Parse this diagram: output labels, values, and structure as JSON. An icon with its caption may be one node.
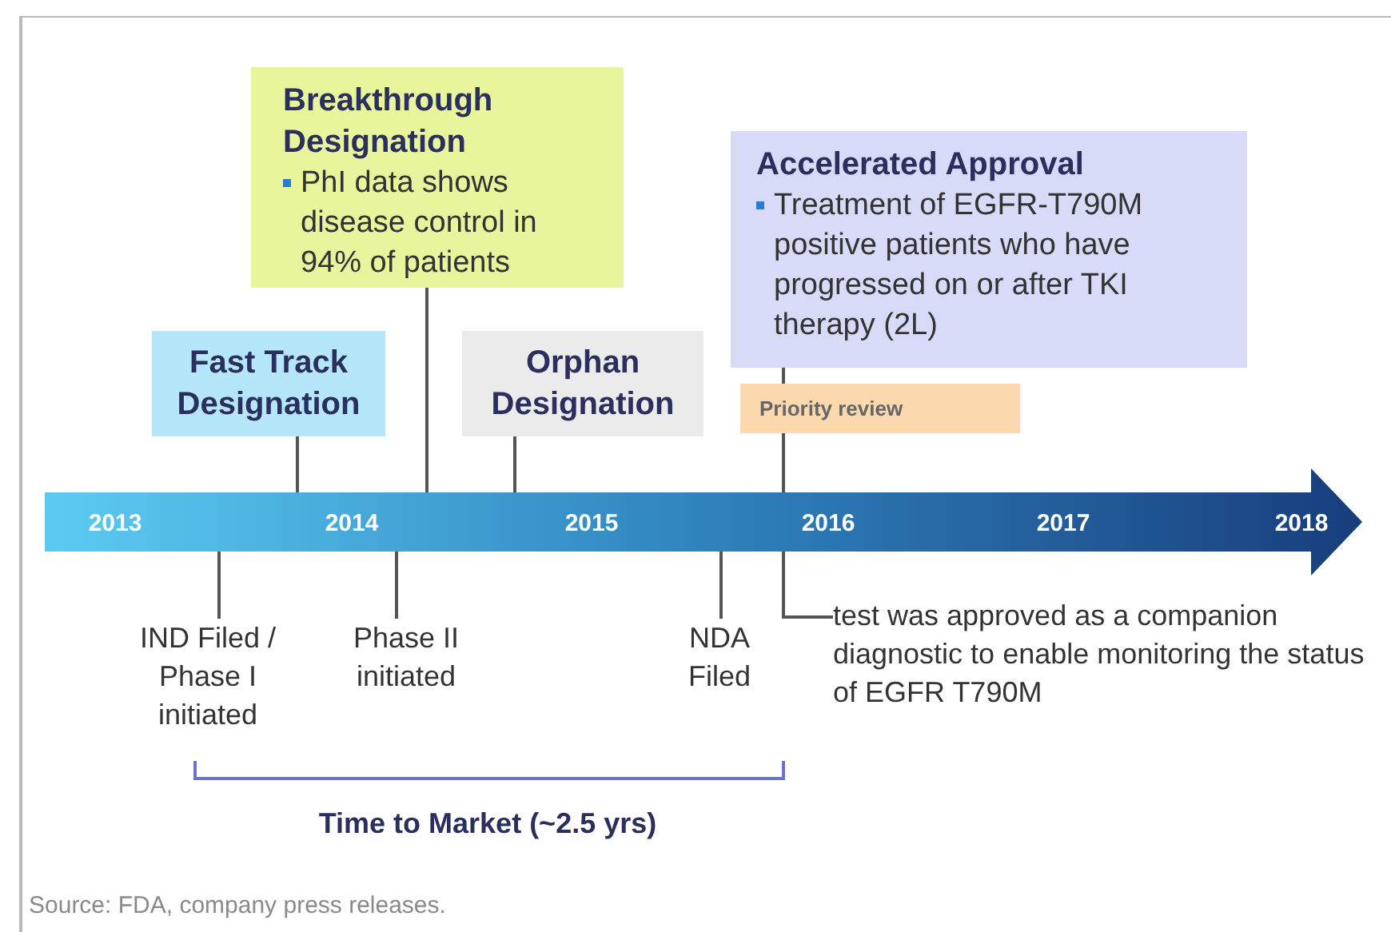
{
  "diagram": {
    "caption": "Source: FDA, company press releases.",
    "nodes": [
      {
        "text": [
          "Fast Track Designation"
        ]
      },
      {
        "text": [
          "Breakthrough Designation",
          "PhI data shows disease control in 94% of patients"
        ]
      },
      {
        "text": [
          "Orphan Designation"
        ]
      },
      {
        "text": [
          "Accelerated Approval",
          "Treatment of EGFR-T790M positive patients who have progressed on or after TKI therapy (2L)"
        ]
      },
      {
        "text": [
          "Priority review"
        ]
      },
      {
        "text": [
          "2013",
          "2014",
          "2015",
          "2016",
          "2017",
          "2018"
        ]
      },
      {
        "text": [
          "IND Filed / Phase I initiated"
        ]
      },
      {
        "text": [
          "Phase II initiated"
        ]
      },
      {
        "text": [
          "NDA Filed"
        ]
      },
      {
        "text": [
          "test was approved as a companion diagnostic to enable monitoring the status of EGFR T790M"
        ]
      }
    ],
    "edges": [
      {
        "from": 0,
        "to": 5,
        "arrow": "none"
      },
      {
        "from": 1,
        "to": 5,
        "arrow": "none"
      },
      {
        "from": 2,
        "to": 5,
        "arrow": "none"
      },
      {
        "from": 3,
        "to": 4,
        "arrow": "none"
      },
      {
        "from": 4,
        "to": 5,
        "arrow": "none"
      },
      {
        "from": 5,
        "to": 6,
        "arrow": "none"
      },
      {
        "from": 5,
        "to": 7,
        "arrow": "none"
      },
      {
        "from": 5,
        "to": 8,
        "arrow": "none"
      },
      {
        "from": 5,
        "to": 9,
        "arrow": "none"
      }
    ],
    "labels": [
      "Time to Market (~2.5 yrs)"
    ]
  }
}
